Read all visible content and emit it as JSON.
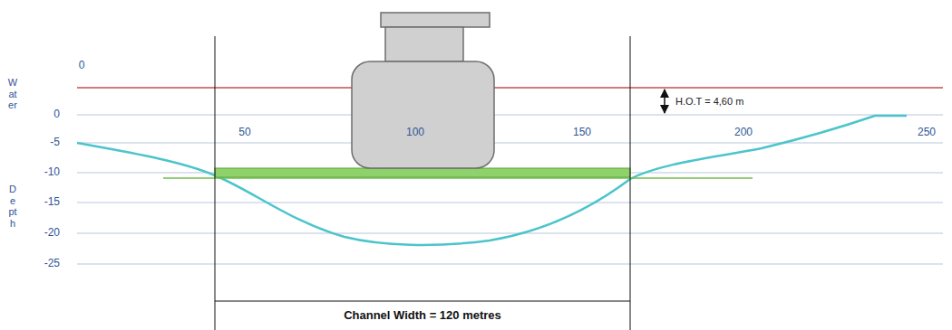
{
  "diagram": {
    "labels": [
      "0",
      "50",
      "100",
      "150",
      "200",
      "250",
      "H.O.T = 4,60 m",
      "Water",
      "0",
      "-5",
      "-10",
      "-15",
      "-20",
      "-25",
      "Depth",
      "Channel Width = 120 metres"
    ]
  }
}
